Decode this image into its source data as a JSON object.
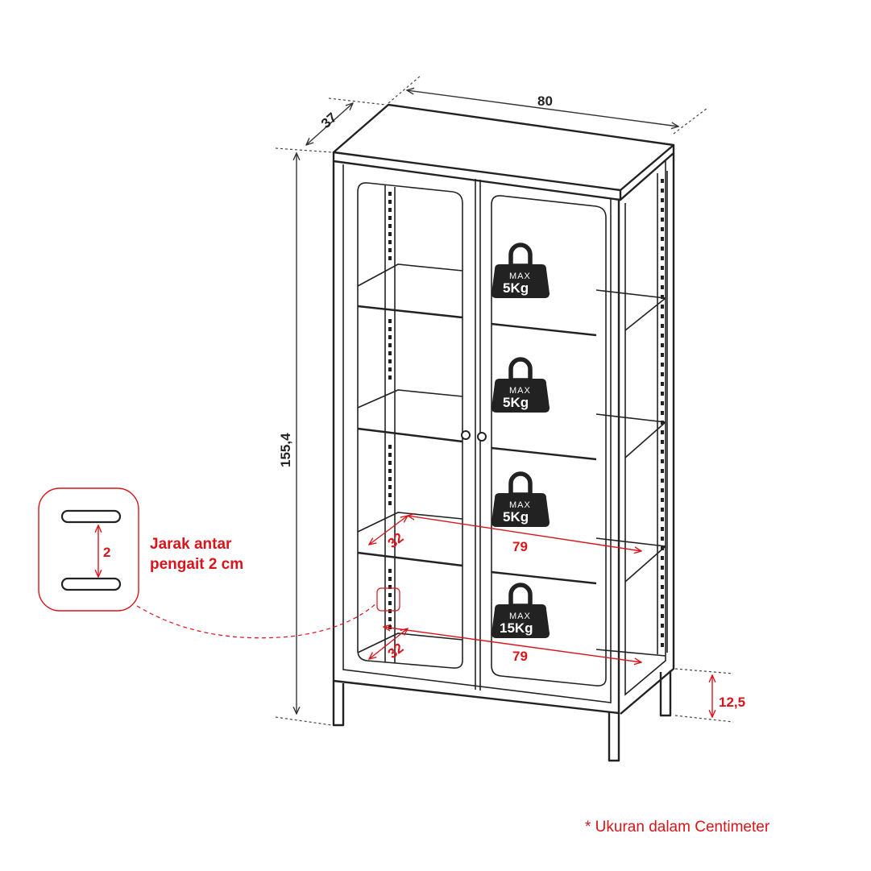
{
  "dimensions": {
    "width": "80",
    "depth": "37",
    "height": "155,4",
    "leg_height": "12,5"
  },
  "shelves": [
    {
      "weight_top": "MAX",
      "weight_value": "5Kg"
    },
    {
      "weight_top": "MAX",
      "weight_value": "5Kg"
    },
    {
      "weight_top": "MAX",
      "weight_value": "5Kg"
    },
    {
      "weight_top": "MAX",
      "weight_value": "15Kg"
    }
  ],
  "shelf_dims": [
    {
      "depth": "32",
      "width": "79"
    },
    {
      "depth": "32",
      "width": "79"
    }
  ],
  "hook_detail": {
    "spacing_value": "2",
    "label_line1": "Jarak antar",
    "label_line2": "pengait 2 cm"
  },
  "footnote": "* Ukuran dalam Centimeter",
  "colors": {
    "line": "#222222",
    "accent_red": "#d9141a",
    "weight_fill": "#222222"
  }
}
